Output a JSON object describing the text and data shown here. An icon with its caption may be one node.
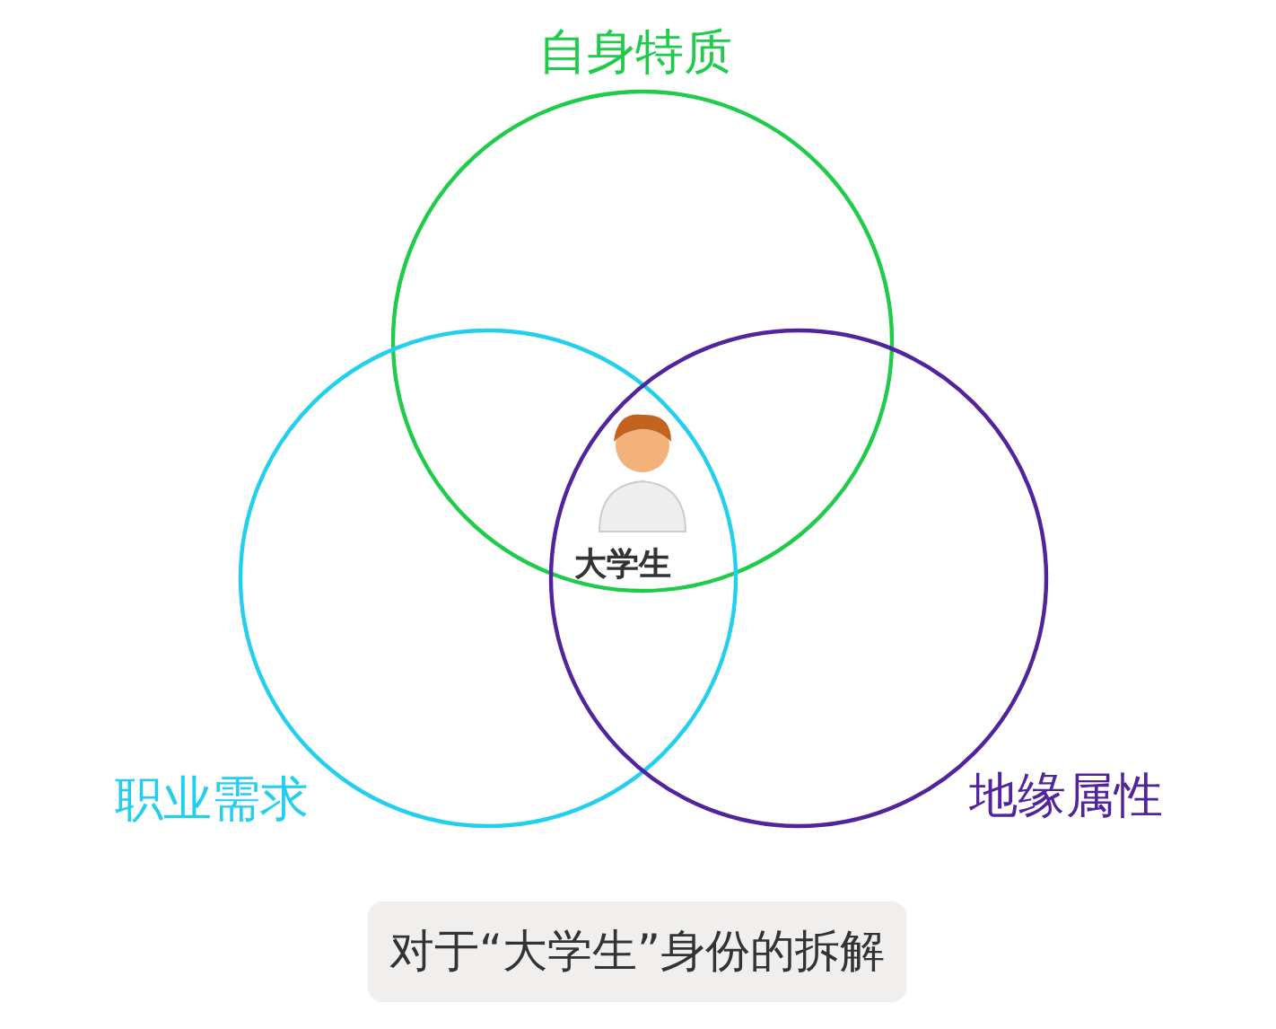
{
  "diagram": {
    "caption": "对于“大学生”身份的拆解",
    "nodes": [
      {
        "text": [
          "自身特质"
        ]
      },
      {
        "text": [
          "职业需求"
        ]
      },
      {
        "text": [
          "地缘属性"
        ]
      }
    ],
    "labels": [
      "大学生"
    ]
  }
}
